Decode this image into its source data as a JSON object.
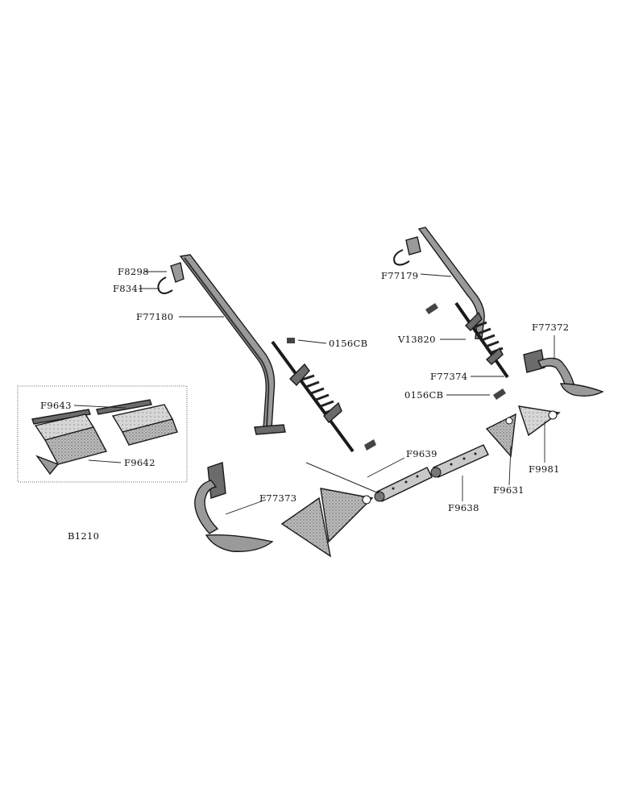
{
  "figure_id": "B1210",
  "labels": {
    "f8298": "F8298",
    "f8341": "F8341",
    "f77180": "F77180",
    "c0156cb_left": "0156CB",
    "f77179": "F77179",
    "v13820": "V13820",
    "f77372": "F77372",
    "f77374": "F77374",
    "c0156cb_right": "0156CB",
    "f9643": "F9643",
    "f9642": "F9642",
    "f9639": "F9639",
    "f9981": "F9981",
    "f9631": "F9631",
    "f9638": "F9638",
    "f77373": "F77373"
  }
}
